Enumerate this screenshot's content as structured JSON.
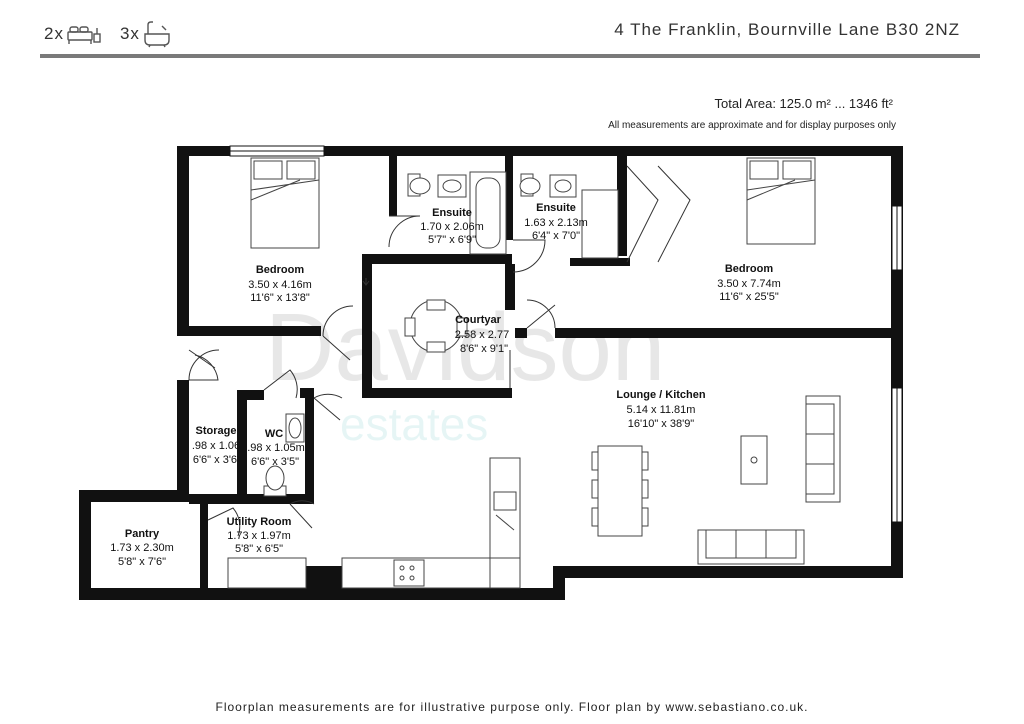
{
  "header": {
    "bedrooms_count": "2x",
    "bathrooms_count": "3x",
    "address": "4 The Franklin, Bournville Lane B30 2NZ"
  },
  "total_area": "Total Area: 125.0 m² ... 1346 ft²",
  "disclaimer": "All measurements are approximate and for display purposes only",
  "footer": "Floorplan measurements are for illustrative purpose only. Floor plan by www.sebastiano.co.uk.",
  "watermark": {
    "line1": "Davidson",
    "line2": "estates"
  },
  "rooms": {
    "bedroom1": {
      "name": "Bedroom",
      "metric": "3.50 x 4.16m",
      "imperial": "11'6\" x 13'8\""
    },
    "ensuite1": {
      "name": "Ensuite",
      "metric": "1.70 x 2.06m",
      "imperial": "5'7\" x 6'9\""
    },
    "ensuite2": {
      "name": "Ensuite",
      "metric": "1.63 x 2.13m",
      "imperial": "6'4\" x 7'0\""
    },
    "bedroom2": {
      "name": "Bedroom",
      "metric": "3.50 x 7.74m",
      "imperial": "11'6\" x 25'5\""
    },
    "courtyard": {
      "name": "Courtyar",
      "metric": "2.58 x 2.77",
      "imperial": "8'6\" x 9'1\""
    },
    "lounge": {
      "name": "Lounge / Kitchen",
      "metric": "5.14 x 11.81m",
      "imperial": "16'10\" x 38'9\""
    },
    "storage": {
      "name": "Storage",
      "metric": ".98 x 1.06",
      "imperial": "6'6\" x 3'6'"
    },
    "wc": {
      "name": "WC",
      "metric": ".98 x 1.05m",
      "imperial": "6'6\" x 3'5\""
    },
    "pantry": {
      "name": "Pantry",
      "metric": "1.73 x 2.30m",
      "imperial": "5'8\" x 7'6\""
    },
    "utility": {
      "name": "Utility Room",
      "metric": "1.73 x 1.97m",
      "imperial": "5'8\" x 6'5\""
    }
  }
}
